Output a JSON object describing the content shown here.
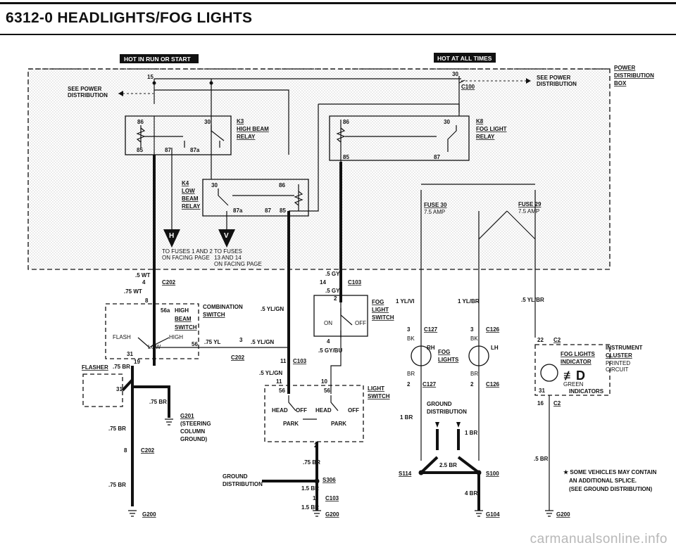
{
  "page": {
    "title": "6312-0  HEADLIGHTS/FOG LIGHTS"
  },
  "banners": {
    "run_start": "HOT IN RUN OR START",
    "all_times": "HOT AT ALL TIMES"
  },
  "power_box": {
    "line1": "POWER",
    "line2": "DISTRIBUTION",
    "line3": "BOX"
  },
  "see_power_left": {
    "line1": "SEE POWER",
    "line2": "DISTRIBUTION"
  },
  "see_power_right": {
    "line1": "SEE POWER",
    "line2": "DISTRIBUTION"
  },
  "pins": {
    "p15": "15",
    "p30": "30",
    "c100": "C100"
  },
  "k3": {
    "id": "K3",
    "line1": "HIGH BEAM",
    "line2": "RELAY",
    "t86": "86",
    "t30": "30",
    "t85": "85",
    "t87": "87",
    "t87a": "87a"
  },
  "k8": {
    "id": "K8",
    "line1": "FOG LIGHT",
    "line2": "RELAY",
    "t86": "86",
    "t30": "30",
    "t85": "85",
    "t87": "87"
  },
  "k4": {
    "id": "K4",
    "line1": "LOW",
    "line2": "BEAM",
    "line3": "RELAY",
    "t30": "30",
    "t86": "86",
    "t87a": "87a",
    "t87": "87",
    "t85": "85"
  },
  "refs": {
    "h_letter": "H",
    "v_letter": "V",
    "h_text1": "TO FUSES 1 AND 2",
    "h_text2": "ON FACING PAGE",
    "v_text1": "TO FUSES",
    "v_text2": "13 AND 14",
    "v_text3": "ON FACING PAGE"
  },
  "fuse30": {
    "name": "FUSE 30",
    "rating": "7.5 AMP"
  },
  "fuse29": {
    "name": "FUSE 29",
    "rating": "7.5 AMP"
  },
  "wires": {
    "wt5a": ".5 WT",
    "c202a_pin": "4",
    "c202a": "C202",
    "wt75": ".75 WT",
    "pin8": "8",
    "gy5a": ".5 GY",
    "c103a_pin": "14",
    "c103a": "C103",
    "gy5b": ".5 GY",
    "pin2a": "2",
    "ylgn5a": ".5 YL/GN",
    "ylvi": "1 YL/VI",
    "ylbr1": "1 YL/BR",
    "ylbr5": ".5 YL/BR",
    "yl75": ".75 YL",
    "pin3": "3",
    "ylgn5b": ".5 YL/GN",
    "c202b": "C202",
    "pin11a": "11",
    "c103b": "C103",
    "gybu": ".5 GY/BU",
    "pin4": "4",
    "ylgn5c": ".5 YL/GN",
    "pin11b": "11",
    "pin10": "10",
    "pin19": "19",
    "br75a": ".75 BR",
    "br75b": ".75 BR",
    "br75c": ".75 BR",
    "pin8b": "8",
    "c202c": "C202",
    "br75d": ".75 BR",
    "pin2b": "2",
    "br75e": ".75 BR",
    "br15a": "1.5 BR",
    "pin1": "1",
    "c103c": "C103",
    "br15b": "1.5 BR",
    "br1a": "1 BR",
    "br1b": "1 BR",
    "br25": "2.5 BR",
    "br4": "4 BR",
    "br5": ".5 BR",
    "pin22": "22",
    "c2a": "C2",
    "pin16": "16",
    "c2b": "C2"
  },
  "combo": {
    "line1": "COMBINATION",
    "line2": "SWITCH",
    "high_beam1": "HIGH",
    "high_beam2": "BEAM",
    "high_beam3": "SWITCH",
    "t56a": "56a",
    "high": "HIGH",
    "flash": "FLASH",
    "low": "LOW",
    "t56": "56",
    "t31": "31"
  },
  "flasher": {
    "label": "FLASHER",
    "t31": "31"
  },
  "fog_switch": {
    "line1": "FOG",
    "line2": "LIGHT",
    "line3": "SWITCH",
    "on": "ON",
    "off": "OFF"
  },
  "light_switch": {
    "line1": "LIGHT",
    "line2": "SWITCH",
    "t56a": "56",
    "t56b": "56",
    "head1": "HEAD",
    "off1": "OFF",
    "head2": "HEAD",
    "off2": "OFF",
    "park1": "PARK",
    "park2": "PARK"
  },
  "fog_lights": {
    "c127a_pin": "3",
    "c127a": "C127",
    "c126a_pin": "3",
    "c126a": "C126",
    "bk1": "BK",
    "bk2": "BK",
    "rh": "RH",
    "lh": "LH",
    "name1": "FOG",
    "name2": "LIGHTS",
    "br1": "BR",
    "br2": "BR",
    "c127b_pin": "2",
    "c127b": "C127",
    "c126b_pin": "2",
    "c126b": "C126"
  },
  "gnd_dist_a": {
    "line1": "GROUND",
    "line2": "DISTRIBUTION"
  },
  "gnd_dist_b": {
    "line1": "GROUND",
    "line2": "DISTRIBUTION"
  },
  "grounds": {
    "g201": "G201",
    "g201_1": "(STEERING",
    "g201_2": "COLUMN",
    "g201_3": "GROUND)",
    "g200a": "G200",
    "g200b": "G200",
    "g104": "G104",
    "g200c": "G200",
    "s306": "S306",
    "s114": "S114",
    "s100": "S100"
  },
  "cluster": {
    "line1": "INSTRUMENT",
    "line2": "CLUSTER",
    "line3": "PRINTED",
    "line4": "CIRCUIT",
    "ind1": "FOG LIGHTS",
    "ind2": "INDICATOR",
    "green": "GREEN",
    "indicators": "INDICATORS",
    "t31": "31"
  },
  "note": {
    "line1": "SOME VEHICLES MAY CONTAIN",
    "line2": "AN ADDITIONAL SPLICE.",
    "line3": "(SEE GROUND DISTRIBUTION)"
  },
  "watermark": "carmanualsonline.info"
}
